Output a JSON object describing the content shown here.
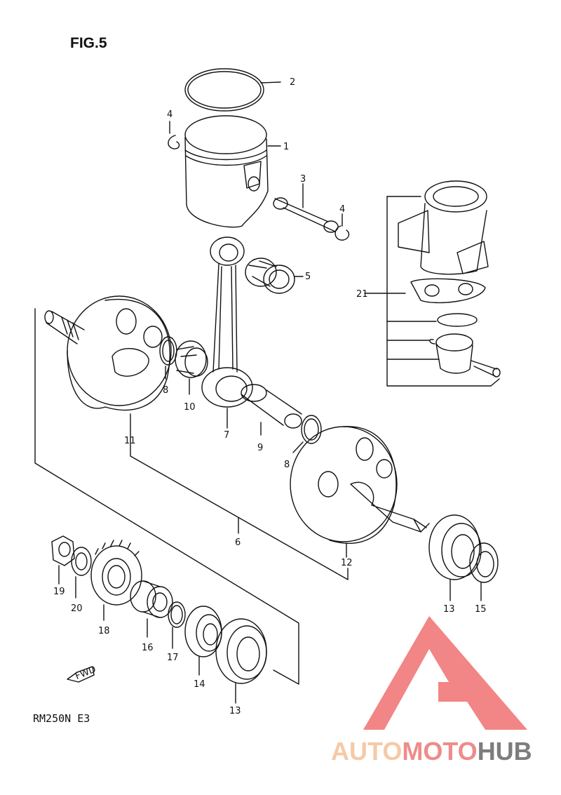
{
  "figure": {
    "title": "FIG.5",
    "model": "RM250N E3"
  },
  "fwd_marker": {
    "label": "FWD",
    "icon": "fwd-arrow-icon"
  },
  "callouts": [
    {
      "id": "c2",
      "text": "2"
    },
    {
      "id": "c4a",
      "text": "4"
    },
    {
      "id": "c1",
      "text": "1"
    },
    {
      "id": "c3",
      "text": "3"
    },
    {
      "id": "c4b",
      "text": "4"
    },
    {
      "id": "c5",
      "text": "5"
    },
    {
      "id": "c21",
      "text": "21"
    },
    {
      "id": "c8a",
      "text": "8"
    },
    {
      "id": "c10",
      "text": "10"
    },
    {
      "id": "c7",
      "text": "7"
    },
    {
      "id": "c9",
      "text": "9"
    },
    {
      "id": "c8b",
      "text": "8"
    },
    {
      "id": "c11",
      "text": "11"
    },
    {
      "id": "c6",
      "text": "6"
    },
    {
      "id": "c12",
      "text": "12"
    },
    {
      "id": "c13a",
      "text": "13"
    },
    {
      "id": "c15",
      "text": "15"
    },
    {
      "id": "c19",
      "text": "19"
    },
    {
      "id": "c20",
      "text": "20"
    },
    {
      "id": "c18",
      "text": "18"
    },
    {
      "id": "c16",
      "text": "16"
    },
    {
      "id": "c17",
      "text": "17"
    },
    {
      "id": "c14",
      "text": "14"
    },
    {
      "id": "c13b",
      "text": "13"
    }
  ],
  "watermark": {
    "part1": "AUTO",
    "part2": "MOTO",
    "part3": "HUB",
    "colors": {
      "auto": "#f6c9a6",
      "moto": "#ef8b8b",
      "hub": "#7d7d7d",
      "logo": "#f07070"
    }
  }
}
